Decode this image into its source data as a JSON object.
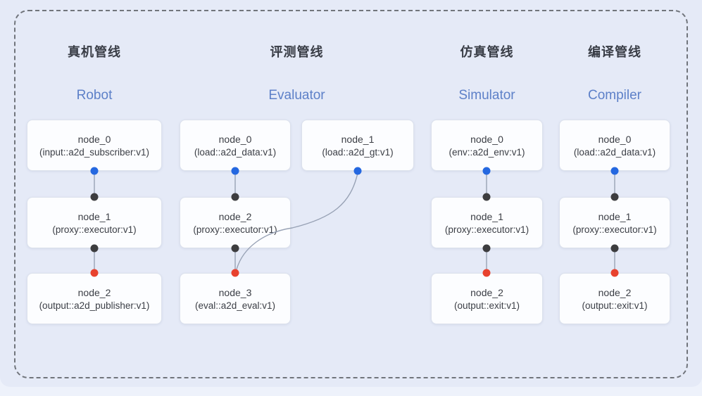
{
  "colors": {
    "bg_page": "#eef2fb",
    "bg_panel": "#e5eaf7",
    "border_dash": "#71757c",
    "box_bg": "#fcfdff",
    "box_border": "#dce1ec",
    "title_zh": "#383c45",
    "title_en": "#5d80c8",
    "node_text": "#3b3e45",
    "edge": "#98a2b5",
    "dot_blue": "#2568e0",
    "dot_black": "#3d3d3f",
    "dot_red": "#e8422e"
  },
  "pipelines": [
    {
      "title_zh": "真机管线",
      "title_en": "Robot",
      "nodes": [
        {
          "name": "node_0",
          "type": "(input::a2d_subscriber:v1)"
        },
        {
          "name": "node_1",
          "type": "(proxy::executor:v1)"
        },
        {
          "name": "node_2",
          "type": "(output::a2d_publisher:v1)"
        }
      ]
    },
    {
      "title_zh": "评测管线",
      "title_en": "Evaluator",
      "nodes": [
        {
          "name": "node_0",
          "type": "(load::a2d_data:v1)"
        },
        {
          "name": "node_1",
          "type": "(load::a2d_gt:v1)"
        },
        {
          "name": "node_2",
          "type": "(proxy::executor:v1)"
        },
        {
          "name": "node_3",
          "type": "(eval::a2d_eval:v1)"
        }
      ]
    },
    {
      "title_zh": "仿真管线",
      "title_en": "Simulator",
      "nodes": [
        {
          "name": "node_0",
          "type": "(env::a2d_env:v1)"
        },
        {
          "name": "node_1",
          "type": "(proxy::executor:v1)"
        },
        {
          "name": "node_2",
          "type": "(output::exit:v1)"
        }
      ]
    },
    {
      "title_zh": "编译管线",
      "title_en": "Compiler",
      "nodes": [
        {
          "name": "node_0",
          "type": "(load::a2d_data:v1)"
        },
        {
          "name": "node_1",
          "type": "(proxy::executor:v1)"
        },
        {
          "name": "node_2",
          "type": "(output::exit:v1)"
        }
      ]
    }
  ]
}
